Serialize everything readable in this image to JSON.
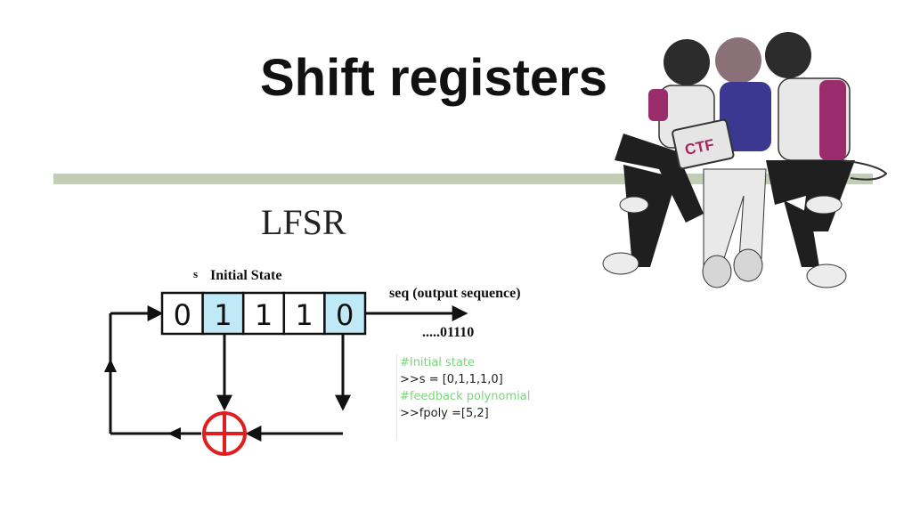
{
  "slide": {
    "title": "Shift registers",
    "subtitle": "LFSR"
  },
  "diagram": {
    "s_label": "s",
    "initial_state_label": "Initial State",
    "register_bits": [
      "0",
      "1",
      "1",
      "1",
      "0"
    ],
    "tapped_bits": [
      1,
      4
    ],
    "output_label": "seq (output sequence)",
    "output_value": ".....01110",
    "tap_color": "#bfe9f6",
    "xor_color": "#e01e1e"
  },
  "code": {
    "line1": "#Initial state",
    "line2": ">>s = [0,1,1,1,0]",
    "line3": "#feedback polynomial",
    "line4": ">>fpoly =[5,2]"
  },
  "illustration": {
    "laptop_text": "CTF"
  }
}
